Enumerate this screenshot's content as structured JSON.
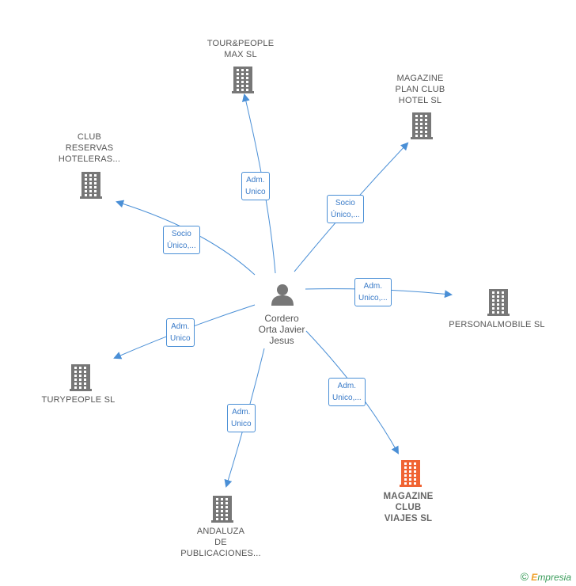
{
  "person": {
    "label": "Cordero\nOrta Javier\nJesus"
  },
  "companies": [
    {
      "id": "tourpeople",
      "label": "TOUR&PEOPLE\nMAX  SL",
      "highlight": false
    },
    {
      "id": "magazine_plan",
      "label": "MAGAZINE\nPLAN CLUB\nHOTEL  SL",
      "highlight": false
    },
    {
      "id": "club_reservas",
      "label": "CLUB\nRESERVAS\nHOTELERAS...",
      "highlight": false
    },
    {
      "id": "personalmobile",
      "label": "PERSONALMOBILE SL",
      "highlight": false
    },
    {
      "id": "turypeople",
      "label": "TURYPEOPLE SL",
      "highlight": false
    },
    {
      "id": "magazine_viajes",
      "label": "MAGAZINE\nCLUB\nVIAJES  SL",
      "highlight": true
    },
    {
      "id": "andaluza",
      "label": "ANDALUZA\nDE\nPUBLICACIONES...",
      "highlight": false
    }
  ],
  "edges": [
    {
      "to": "tourpeople",
      "label": "Adm.\nUnico"
    },
    {
      "to": "magazine_plan",
      "label": "Socio\nÚnico,..."
    },
    {
      "to": "club_reservas",
      "label": "Socio\nÚnico,..."
    },
    {
      "to": "personalmobile",
      "label": "Adm.\nUnico,..."
    },
    {
      "to": "turypeople",
      "label": "Adm.\nUnico"
    },
    {
      "to": "magazine_viajes",
      "label": "Adm.\nUnico,..."
    },
    {
      "to": "andaluza",
      "label": "Adm.\nUnico"
    }
  ],
  "colors": {
    "edge": "#4a8fd6",
    "building": "#777777",
    "building_highlight": "#f06433",
    "person": "#777777"
  },
  "footer": {
    "copyright": "©",
    "brand_first": "E",
    "brand_rest": "mpresia"
  }
}
